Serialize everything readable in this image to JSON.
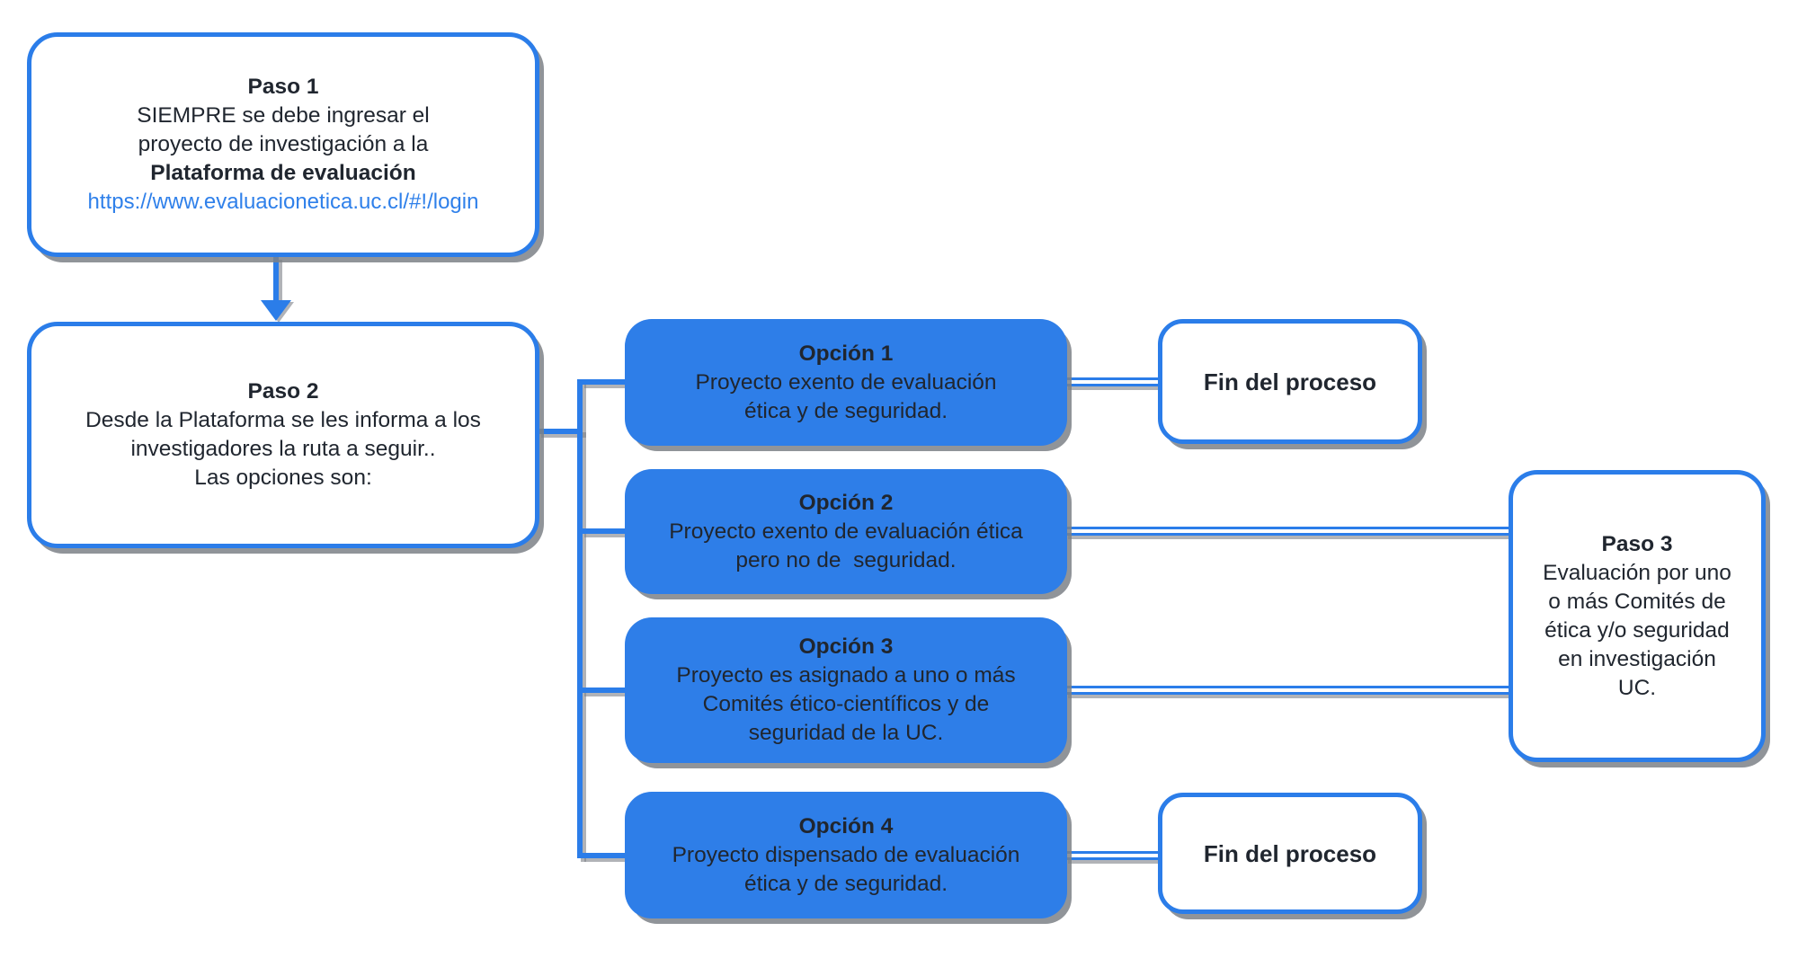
{
  "diagram": {
    "colors": {
      "accent_blue": "#2B7DE9",
      "option_fill_blue": "#2E7EE8",
      "link_blue": "#2F80EA",
      "text_dark": "#20262F",
      "shadow_gray": "#7D8187"
    },
    "nodes": {
      "paso1": {
        "title": "Paso 1",
        "body": "SIEMPRE se debe ingresar el\nproyecto de investigación a la",
        "highlight": "Plataforma de evaluación",
        "link": "https://www.evaluacionetica.uc.cl/#!/login"
      },
      "paso2": {
        "title": "Paso 2",
        "body": "Desde la Plataforma se les informa a los\ninvestigadores la ruta a seguir..\nLas opciones son:"
      },
      "opcion1": {
        "title": "Opción 1",
        "body": "Proyecto exento de evaluación\nética y de seguridad."
      },
      "opcion2": {
        "title": "Opción 2",
        "body": "Proyecto exento de evaluación ética\npero no de  seguridad."
      },
      "opcion3": {
        "title": "Opción 3",
        "body": "Proyecto es asignado a uno o más\nComités ético-científicos y de\nseguridad de la UC."
      },
      "opcion4": {
        "title": "Opción 4",
        "body": "Proyecto dispensado de evaluación\nética y de seguridad."
      },
      "fin1": {
        "label": "Fin del proceso"
      },
      "fin2": {
        "label": "Fin del proceso"
      },
      "paso3": {
        "title": "Paso 3",
        "body": "Evaluación por uno\no más Comités de\nética y/o seguridad\nen investigación\nUC."
      }
    }
  }
}
